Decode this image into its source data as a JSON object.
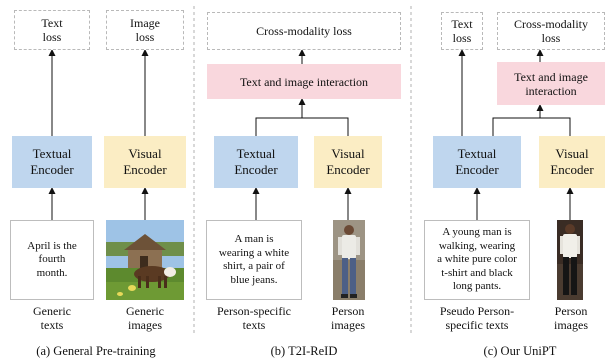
{
  "panel_a": {
    "text_loss": "Text\nloss",
    "image_loss": "Image\nloss",
    "textual_encoder": "Textual\nEncoder",
    "visual_encoder": "Visual\nEncoder",
    "sample_text": "April is the\nfourth\nmonth.",
    "caption_texts": "Generic\ntexts",
    "caption_images": "Generic\nimages",
    "subcaption": "(a)  General Pre-training"
  },
  "panel_b": {
    "cross_loss": "Cross-modality loss",
    "interaction": "Text and image interaction",
    "textual_encoder": "Textual\nEncoder",
    "visual_encoder": "Visual\nEncoder",
    "sample_text": "A man is\nwearing a white\nshirt, a pair of\nblue jeans.",
    "caption_texts": "Person-specific\ntexts",
    "caption_images": "Person\nimages",
    "subcaption": "(b) T2I-ReID"
  },
  "panel_c": {
    "text_loss": "Text\nloss",
    "cross_loss": "Cross-modality\nloss",
    "interaction": "Text and image\ninteraction",
    "textual_encoder": "Textual\nEncoder",
    "visual_encoder": "Visual\nEncoder",
    "sample_text": "A young man is\nwalking, wearing\na white pure color\nt-shirt and black\nlong pants.",
    "caption_texts": "Pseudo Person-\nspecific texts",
    "caption_images": "Person\nimages",
    "subcaption": "(c) Our UniPT"
  },
  "colors": {
    "textual_encoder": "#bfd6ee",
    "visual_encoder": "#fbedc4",
    "interaction": "#f9d7dd",
    "separator": "#b0b0b0"
  }
}
